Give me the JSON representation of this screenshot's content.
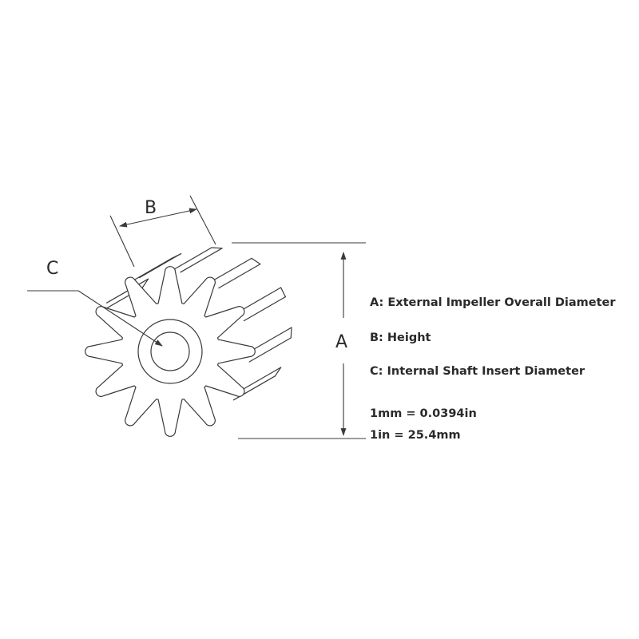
{
  "dimension_labels": {
    "a": "A",
    "b": "B",
    "c": "C"
  },
  "legend": {
    "a": "A: External Impeller Overall Diameter",
    "b": "B: Height",
    "c": "C: Internal Shaft Insert Diameter"
  },
  "conversions": {
    "mm_to_in": "1mm = 0.0394in",
    "in_to_mm": "1in = 25.4mm"
  },
  "colors": {
    "line": "#3a3a3a",
    "text": "#2a2a2a",
    "background": "#ffffff"
  }
}
